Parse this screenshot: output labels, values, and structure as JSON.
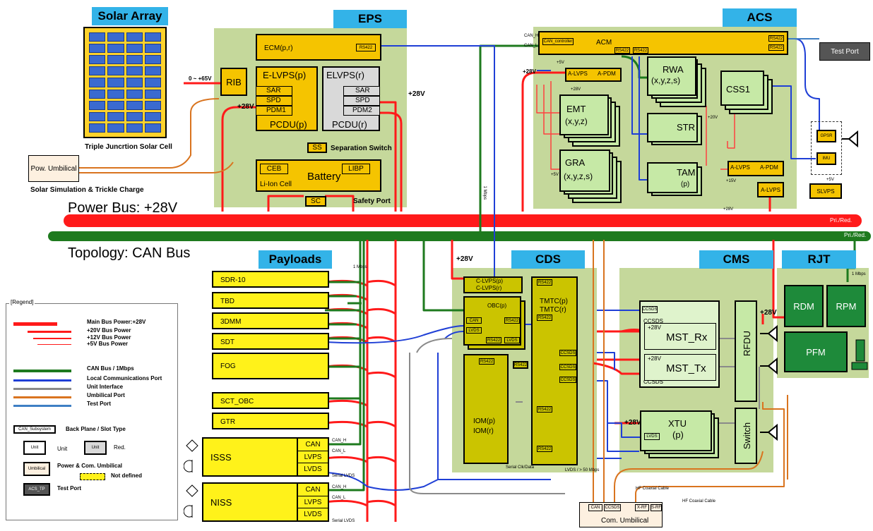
{
  "regions": {
    "solar": "Solar Array",
    "eps": "EPS",
    "acs": "ACS",
    "payloads": "Payloads",
    "cds": "CDS",
    "cms": "CMS",
    "rjt": "RJT"
  },
  "solar": {
    "caption": "Triple Juncrtion Solar Cell",
    "rib": "RIB",
    "range": "0 ~ +65V",
    "umbilical": "Pow. Umbilical",
    "umb_caption": "Solar Simulation & Trickle Charge"
  },
  "eps": {
    "ecm": "ECM(p,r)",
    "rs422": "RS422",
    "elvps_p": "E-LVPS(p)",
    "elvps_r": "ELVPS(r)",
    "sar": "SAR",
    "spd": "SPD",
    "pdm1": "PDM1",
    "pdm2": "PDM2",
    "pcdu_p": "PCDU(p)",
    "pcdu_r": "PCDU(r)",
    "ss": "SS",
    "sep": "Separation Switch",
    "ceb": "CEB",
    "battery": "Battery",
    "libp": "LIBP",
    "liion": "Li-Ion Cell",
    "sc": "SC",
    "safety": "Safety Port",
    "v28": "+28V",
    "v28b": "+28V"
  },
  "buses": {
    "power": "Power Bus: +28V",
    "can": "Topology: CAN Bus",
    "prired1": "Pri./Red.",
    "prired2": "Pri./Red.",
    "mbps": "1 Mbps"
  },
  "acs": {
    "can_h": "CAN_H",
    "can_l": "CAN_L",
    "can_ctrl": "CAN_controller",
    "acm": "ACM",
    "rs422": "RS422",
    "alvps": "A-LVPS",
    "apdm": "A-PDM",
    "rwa": "RWA",
    "rwa2": "(x,y,z,s)",
    "emt": "EMT",
    "emt2": "(x,y,z)",
    "gra": "GRA",
    "gra2": "(x,y,z,s)",
    "str": "STR",
    "tam": "TAM",
    "tam2": "(p)",
    "css1": "CSS1",
    "alvps2": "A-LVPS",
    "apdm2": "A-PDM",
    "alvps3": "A-LVPS",
    "testport": "Test Port",
    "gpsr": "GPSR",
    "imu": "IMU",
    "slvps": "SLVPS",
    "p5v": "+5V",
    "p28v": "+28V",
    "p15v": "+15V",
    "p20v": "+20V"
  },
  "payloads": {
    "items": [
      "SDR-10",
      "TBD",
      "3DMM",
      "SDT",
      "FOG",
      "SCT_OBC",
      "GTR"
    ],
    "can": "CAN",
    "lvps": "LVPS",
    "lvds": "LVDS",
    "isss": "ISSS",
    "niss": "NISS",
    "can_h": "CAN_H",
    "can_l": "CAN_L",
    "serial": "Serial LVDS",
    "serial2": "Serial LVDS",
    "mbps": "1 Mbps"
  },
  "cds": {
    "clvps": "C-LVPS(p)",
    "clvps2": "C-LVPS(r)",
    "obc": "OBC(p)",
    "iom": "IOM(p)",
    "iom2": "IOM(r)",
    "tmtc": "TMTC(p)",
    "tmtc2": "TMTC(r)",
    "rs422": "RS422",
    "can": "CAN",
    "lvds": "LVDS",
    "p28": "+28V",
    "serial": "Serial Clk/Data",
    "lvds50": "LVDS / > 50 Mbps",
    "ccsds": "CCSDS"
  },
  "cms": {
    "ccsds": "CCSDS",
    "mstrx": "MST_Rx",
    "msttx": "MST_Tx",
    "xtu": "XTU",
    "xtu2": "(p)",
    "rfdu": "RFDU",
    "switch": "Switch",
    "p28": "+28V",
    "hf1": "HF Coaxial Cable",
    "hf2": "HF Coaxial Cable"
  },
  "rjt": {
    "rdm": "RDM",
    "rpm": "RPM",
    "pfm": "PFM",
    "mbps": "1 Mbps",
    "p28": "+28V"
  },
  "umbilical": {
    "label": "Com. Umbilical",
    "ports": [
      "CAN",
      "CCSDS",
      "X-RF",
      "S-RF"
    ]
  },
  "legend": {
    "title": "[Regend]",
    "items": [
      "Main Bus Power:+28V",
      "+20V Bus Power",
      "+12V Bus Power",
      "+5V Bus Power",
      "CAN Bus / 1Mbps",
      "Local Communications Port",
      "Unit Interface",
      "Umbilical Port",
      "Test Port"
    ],
    "backplane": "Back Plane / Slot Type",
    "can_sub": "CAN_Subsystem",
    "unit": "Unit",
    "unit_lbl": "Unit",
    "red": "Red.",
    "umb": "Umbilical",
    "powcom": "Power & Com. Umbilical",
    "notdef": "Not defined",
    "acstp": "ACS_TP",
    "testport": "Test Port"
  },
  "colors": {
    "power": "#ff1a1a",
    "can": "#1e7a1e",
    "local": "#1f3fd6",
    "unit": "#8a8a8a",
    "umbilical": "#d9741f",
    "test": "#3e7fc4"
  }
}
